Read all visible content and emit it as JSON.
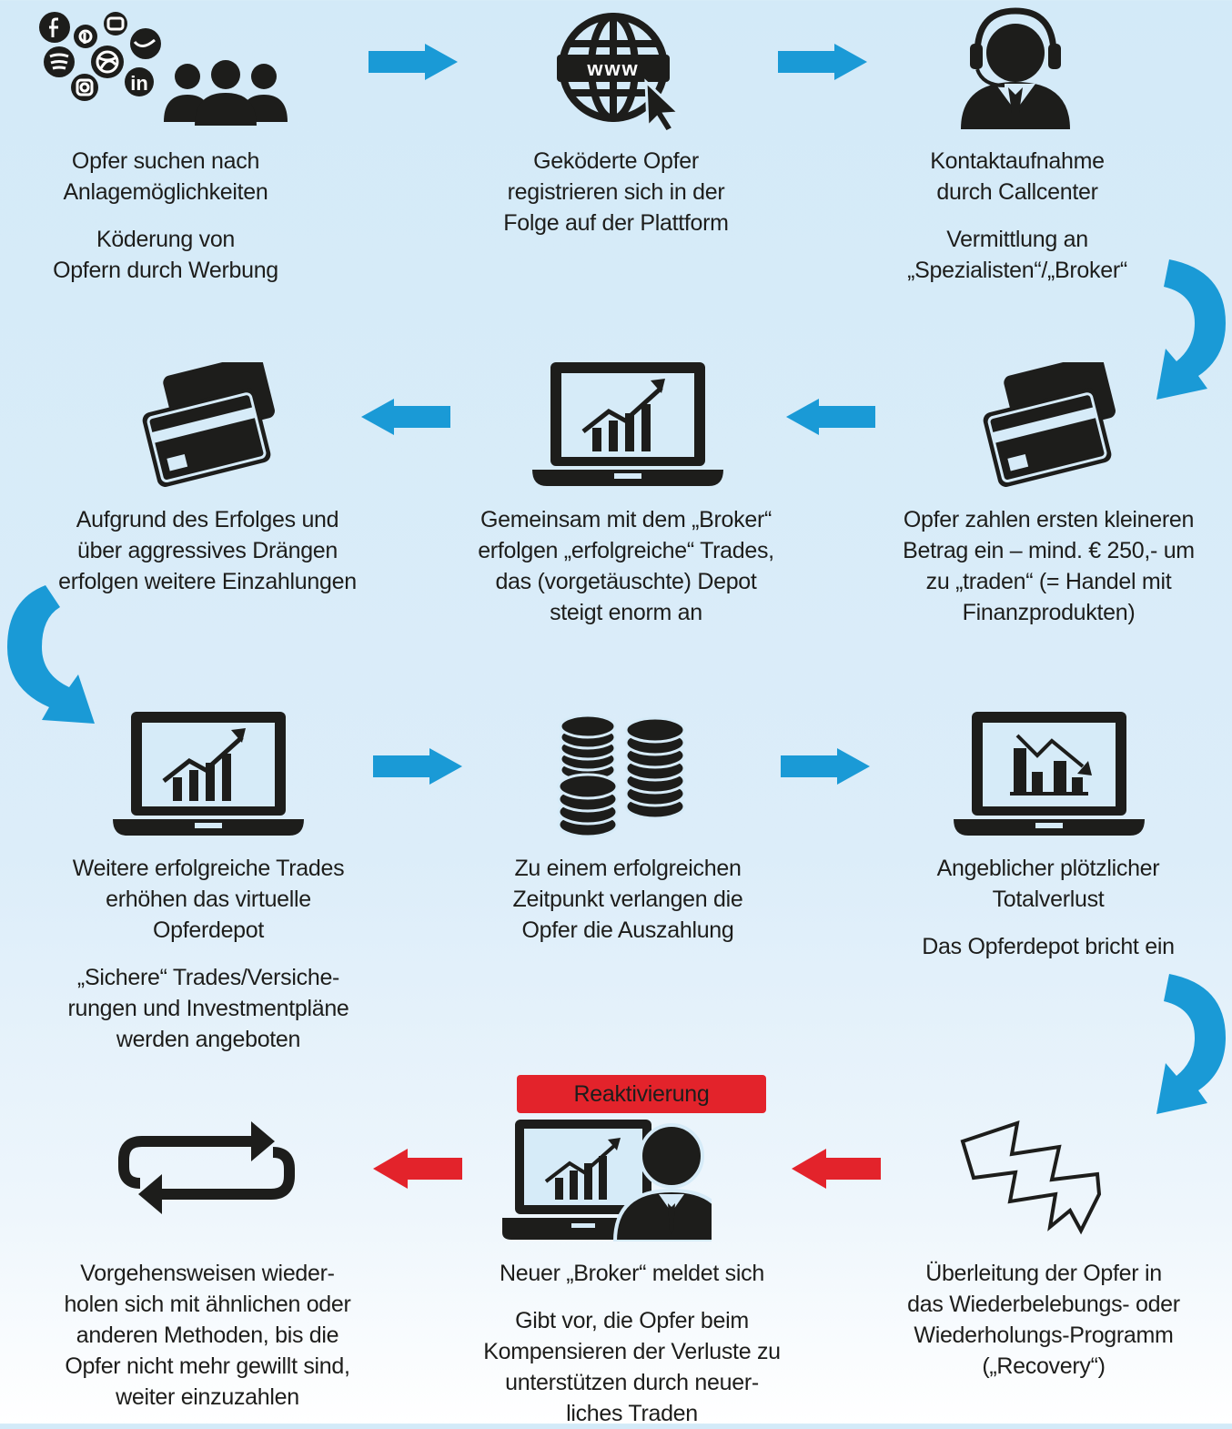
{
  "steps": [
    {
      "id": "s1",
      "lines": [
        "Opfer suchen nach",
        "Anlagemöglichkeiten"
      ],
      "sub": [
        "Köderung von",
        "Opfern durch Werbung"
      ]
    },
    {
      "id": "s2",
      "lines": [
        "Geköderte Opfer",
        "registrieren sich in der",
        "Folge auf der Plattform"
      ],
      "sub": []
    },
    {
      "id": "s3",
      "lines": [
        "Kontaktaufnahme",
        "durch Callcenter"
      ],
      "sub": [
        "Vermittlung an",
        "„Spezialisten“/„Broker“"
      ]
    },
    {
      "id": "s4",
      "lines": [
        "Opfer zahlen ersten kleineren",
        "Betrag ein – mind. € 250,- um",
        "zu „traden“ (= Handel mit",
        "Finanzprodukten)"
      ],
      "sub": []
    },
    {
      "id": "s5",
      "lines": [
        "Gemeinsam mit dem „Broker“",
        "erfolgen „erfolgreiche“ Trades,",
        "das (vorgetäuschte) Depot",
        "steigt enorm an"
      ],
      "sub": []
    },
    {
      "id": "s6",
      "lines": [
        "Aufgrund des Erfolges und",
        "über aggressives Drängen",
        "erfolgen weitere Einzahlungen"
      ],
      "sub": []
    },
    {
      "id": "s7",
      "lines": [
        "Weitere erfolgreiche Trades",
        "erhöhen das virtuelle",
        "Opferdepot"
      ],
      "sub": [
        "„Sichere“ Trades/Versiche-",
        "rungen und Investmentpläne",
        "werden angeboten"
      ]
    },
    {
      "id": "s8",
      "lines": [
        "Zu einem erfolgreichen",
        "Zeitpunkt verlangen die",
        "Opfer die Auszahlung"
      ],
      "sub": []
    },
    {
      "id": "s9",
      "lines": [
        "Angeblicher plötzlicher",
        "Totalverlust"
      ],
      "sub": [
        "Das Opferdepot bricht ein"
      ]
    },
    {
      "id": "s10",
      "lines": [
        "Überleitung der Opfer in",
        "das Wiederbelebungs- oder",
        "Wiederholungs-Programm",
        "(„Recovery“)"
      ],
      "sub": []
    },
    {
      "id": "s11",
      "lines": [
        "Neuer „Broker“ meldet sich"
      ],
      "sub": [
        "Gibt vor, die Opfer beim",
        "Kompensieren der Verluste zu",
        "unterstützen durch neuer-",
        "liches Traden"
      ]
    },
    {
      "id": "s12",
      "lines": [
        "Vorgehensweisen wieder-",
        "holen sich mit ähnlichen oder",
        "anderen Methoden, bis die",
        "Opfer nicht mehr gewillt sind,",
        "weiter einzuzahlen"
      ],
      "sub": []
    }
  ],
  "badge": {
    "label": "Reaktivierung"
  },
  "icon_labels": {
    "www": "www"
  },
  "colors": {
    "arrow_blue": "#1a9ad6",
    "arrow_red": "#e3232b",
    "icon": "#1d1d1b",
    "badge": "#e3232b"
  },
  "icons": [
    "social-media-icon",
    "people-icon",
    "www-globe-icon",
    "headset-agent-icon",
    "credit-card-icon",
    "laptop-chart-up-icon",
    "coins-stack-icon",
    "laptop-chart-down-icon",
    "lightning-icon",
    "laptop-broker-icon",
    "repeat-icon"
  ]
}
